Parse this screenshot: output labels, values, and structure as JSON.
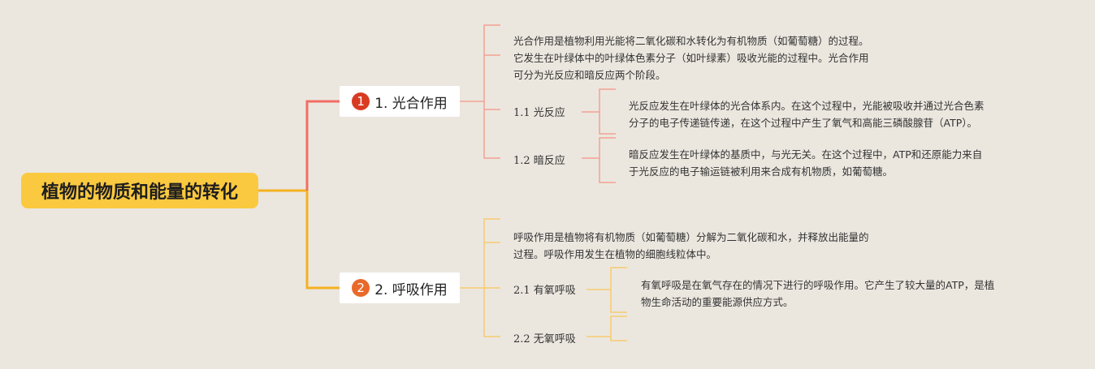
{
  "root": {
    "label": "植物的物质和能量的转化"
  },
  "colors": {
    "root": "#fbc93f",
    "branch1": "#f26d63",
    "branch2": "#f5b11f",
    "badge1": "#d93b22",
    "badge2": "#e8692a"
  },
  "branches": [
    {
      "number": "1",
      "label": "1. 光合作用",
      "description": [
        "光合作用是植物利用光能将二氧化碳和水转化为有机物质（如葡萄糖）的过程。",
        "它发生在叶绿体中的叶绿体色素分子（如叶绿素）吸收光能的过程中。光合作用",
        "可分为光反应和暗反应两个阶段。"
      ],
      "children": [
        {
          "label": "1.1 光反应",
          "description": [
            "光反应发生在叶绿体的光合体系内。在这个过程中，光能被吸收并通过光合色素",
            "分子的电子传递链传递，在这个过程中产生了氧气和高能三磷酸腺苷（ATP）。"
          ]
        },
        {
          "label": "1.2 暗反应",
          "description": [
            "暗反应发生在叶绿体的基质中，与光无关。在这个过程中，ATP和还原能力来自",
            "于光反应的电子输运链被利用来合成有机物质，如葡萄糖。"
          ]
        }
      ]
    },
    {
      "number": "2",
      "label": "2. 呼吸作用",
      "description": [
        "呼吸作用是植物将有机物质（如葡萄糖）分解为二氧化碳和水，并释放出能量的",
        "过程。呼吸作用发生在植物的细胞线粒体中。"
      ],
      "children": [
        {
          "label": "2.1 有氧呼吸",
          "description": [
            "有氧呼吸是在氧气存在的情况下进行的呼吸作用。它产生了较大量的ATP，是植",
            "物生命活动的重要能源供应方式。"
          ]
        },
        {
          "label": "2.2 无氧呼吸",
          "description": []
        }
      ]
    }
  ]
}
